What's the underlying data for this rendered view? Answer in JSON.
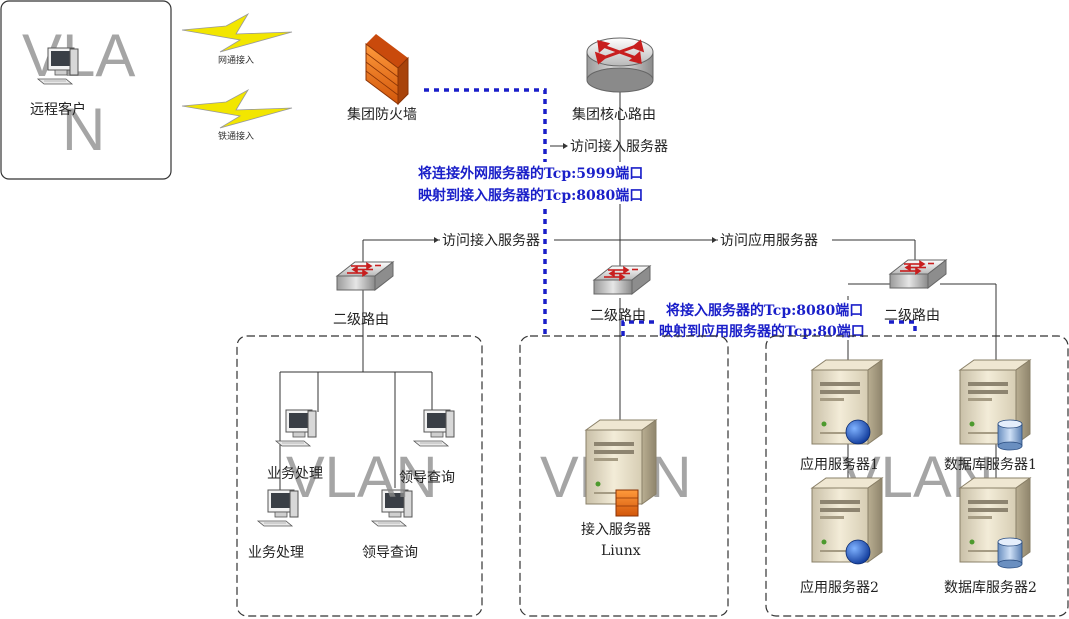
{
  "remote_box": {
    "vlan_line1": "VLA",
    "vlan_line2": "N",
    "client_label": "远程客户",
    "link1_label": "网通接入",
    "link2_label": "铁通接入"
  },
  "firewall": {
    "label": "集团防火墙"
  },
  "core_router": {
    "label": "集团核心路由"
  },
  "access_arrow_top": {
    "label": "访问接入服务器"
  },
  "nat_note_1": {
    "line1": "将连接外网服务器的Tcp:5999端口",
    "line2": "映射到接入服务器的Tcp:8080端口"
  },
  "nat_note_2": {
    "line1": "将接入服务器的Tcp:8080端口",
    "line2": "映射到应用服务器的Tcp:80端口"
  },
  "arrow_left": {
    "label": "访问接入服务器"
  },
  "arrow_right": {
    "label": "访问应用服务器"
  },
  "switches": {
    "left": "二级路由",
    "middle": "二级路由",
    "right": "二级路由"
  },
  "vlan_watermark": "VLAN",
  "left_vlan": {
    "pc1": "业务处理",
    "pc2": "领导查询",
    "pc3": "业务处理",
    "pc4": "领导查询"
  },
  "middle_vlan": {
    "server_label": "接入服务器",
    "server_os": "Liunx"
  },
  "right_vlan": {
    "app1": "应用服务器1",
    "db1": "数据库服务器1",
    "app2": "应用服务器2",
    "db2": "数据库服务器2"
  },
  "colors": {
    "dashed_link": "#1a1fc9",
    "lightning": "#f2e600",
    "router_red": "#c81e1e"
  }
}
